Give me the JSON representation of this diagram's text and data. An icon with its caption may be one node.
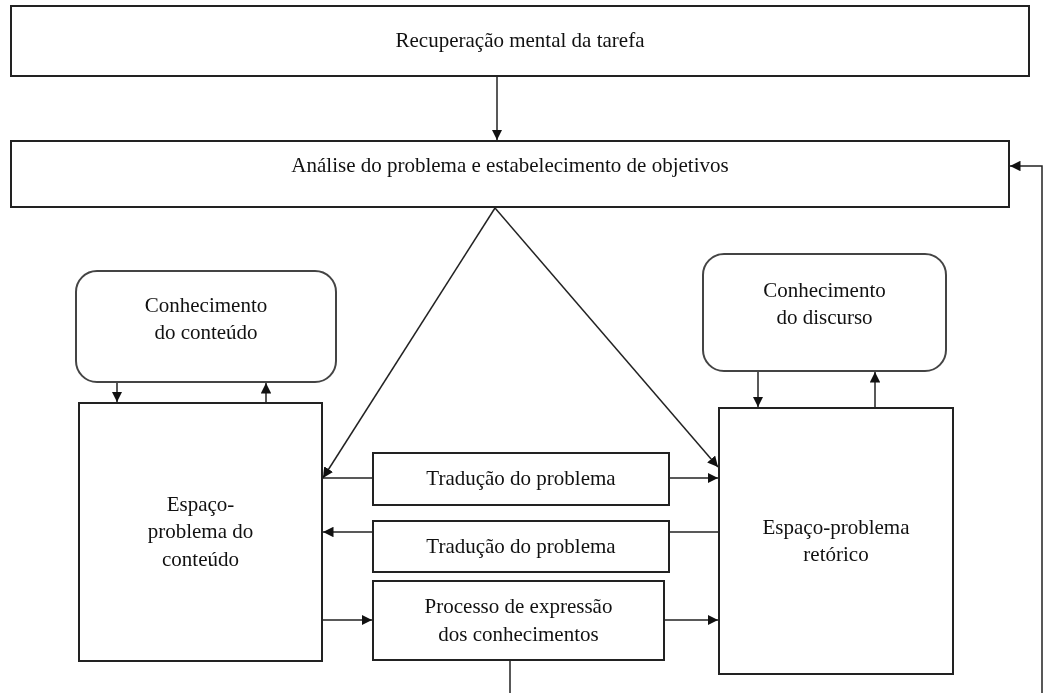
{
  "diagram": {
    "nodes": [
      {
        "text": [
          "Recuperação mental da tarefa"
        ]
      },
      {
        "text": [
          "Análise do problema e estabelecimento de objetivos"
        ]
      },
      {
        "text": [
          "Conhecimento do conteúdo"
        ]
      },
      {
        "text": [
          "Conhecimento do discurso"
        ]
      },
      {
        "text": [
          "Espaço-problema do conteúdo"
        ]
      },
      {
        "text": [
          "Tradução do problema"
        ]
      },
      {
        "text": [
          "Tradução do problema"
        ]
      },
      {
        "text": [
          "Processo de expressão dos conhecimentos"
        ]
      },
      {
        "text": [
          "Espaço-problema retórico"
        ]
      }
    ],
    "edges": [
      {
        "from": 0,
        "to": 1,
        "arrow": "to"
      },
      {
        "from": 1,
        "to": 4,
        "arrow": "to"
      },
      {
        "from": 1,
        "to": 8,
        "arrow": "to"
      },
      {
        "from": 2,
        "to": 4,
        "arrow": "to"
      },
      {
        "from": 4,
        "to": 2,
        "arrow": "to"
      },
      {
        "from": 3,
        "to": 8,
        "arrow": "to"
      },
      {
        "from": 8,
        "to": 3,
        "arrow": "to"
      },
      {
        "from": 5,
        "to": 4,
        "arrow": "none"
      },
      {
        "from": 5,
        "to": 8,
        "arrow": "to"
      },
      {
        "from": 8,
        "to": 6,
        "arrow": "none"
      },
      {
        "from": 6,
        "to": 4,
        "arrow": "to"
      },
      {
        "from": 4,
        "to": 7,
        "arrow": "to"
      },
      {
        "from": 7,
        "to": 8,
        "arrow": "to"
      },
      {
        "from": 7,
        "to": null,
        "arrow": "none"
      },
      {
        "from": null,
        "to": 1,
        "arrow": "to"
      }
    ]
  }
}
